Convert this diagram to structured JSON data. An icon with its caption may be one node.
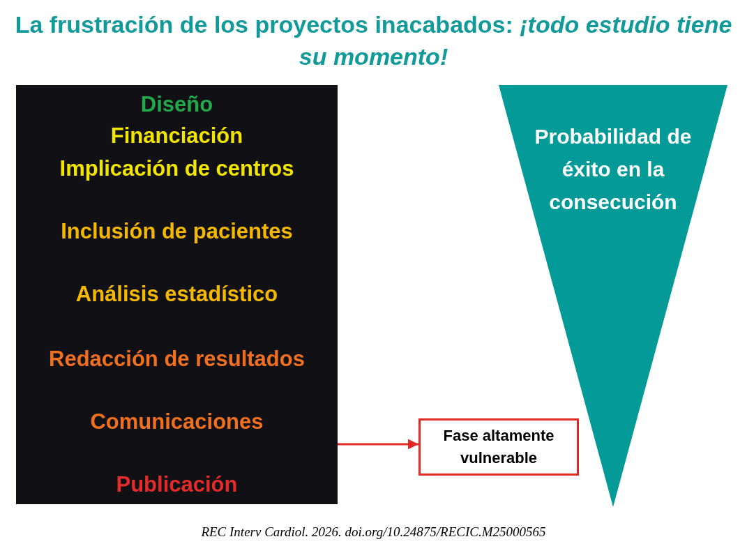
{
  "diagram": {
    "title": "La frustración de los proyectos inacabados: *¡todo estudio tiene su momento!*",
    "caption": "REC Interv Cardiol. 2026. doi.org/10.24875/RECIC.M25000565",
    "nodes": [
      {
        "text": [
          "Diseño",
          "Financiación",
          "Implicación de centros",
          "Inclusión de pacientes",
          "Análisis estadístico",
          "Redacción de resultados",
          "Comunicaciones",
          "Publicación"
        ]
      },
      {
        "text": [
          "Probabilidad de éxito en la consecución"
        ]
      },
      {
        "text": [
          "Fase altamente vulnerable"
        ]
      }
    ],
    "edges": [
      {
        "from": 0,
        "to": 2,
        "arrow": "to",
        "color": "#e02b24"
      }
    ]
  }
}
